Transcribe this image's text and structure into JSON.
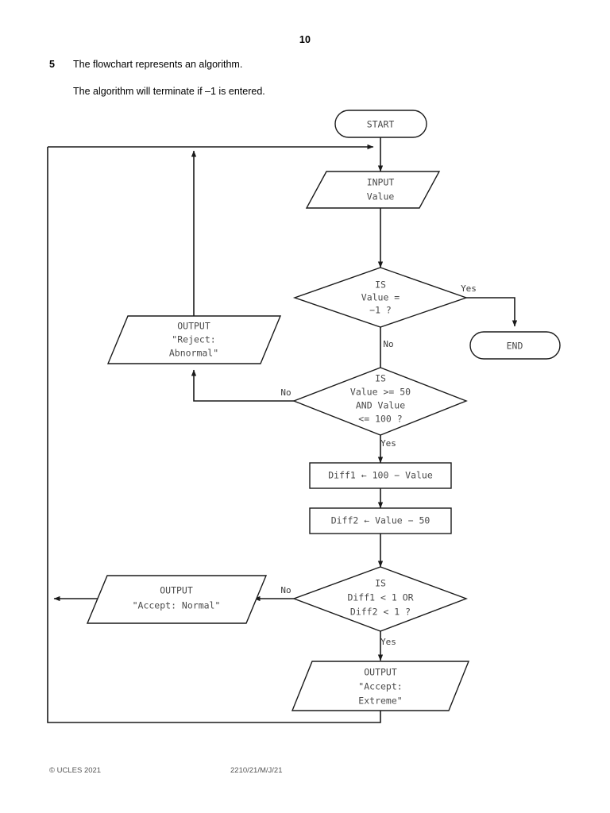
{
  "page": {
    "page_number": "10",
    "question_number": "5",
    "question_line_1": "The flowchart represents an algorithm.",
    "question_line_2": "The algorithm will terminate if –1 is entered.",
    "footer_left": "© UCLES 2021",
    "footer_center": "2210/21/M/J/21",
    "ink_color": "#1a1a1a",
    "text_color": "#4a4a4a",
    "background": "#ffffff"
  },
  "flowchart": {
    "nodes": {
      "start": {
        "type": "terminator",
        "label": "START"
      },
      "input_value": {
        "type": "io",
        "line1": "INPUT",
        "line2": "Value"
      },
      "decision_minus_one": {
        "type": "decision",
        "line1": "IS",
        "line2": "Value =",
        "line3": "−1 ?"
      },
      "end": {
        "type": "terminator",
        "label": "END"
      },
      "output_reject": {
        "type": "io",
        "line1": "OUTPUT",
        "line2": "\"Reject:",
        "line3": "Abnormal\""
      },
      "decision_range": {
        "type": "decision",
        "line1": "IS",
        "line2": "Value >= 50",
        "line3": "AND Value",
        "line4": "<= 100 ?"
      },
      "process_diff1": {
        "type": "process",
        "label": "Diff1 ← 100 − Value"
      },
      "process_diff2": {
        "type": "process",
        "label": "Diff2 ← Value − 50"
      },
      "decision_diff": {
        "type": "decision",
        "line1": "IS",
        "line2": "Diff1 < 1 OR",
        "line3": "Diff2 < 1 ?"
      },
      "output_accept_normal": {
        "type": "io",
        "line1": "OUTPUT",
        "line2": "\"Accept: Normal\""
      },
      "output_accept_extreme": {
        "type": "io",
        "line1": "OUTPUT",
        "line2": "\"Accept:",
        "line3": "Extreme\""
      }
    },
    "edge_labels": {
      "minus_one_yes": "Yes",
      "minus_one_no": "No",
      "range_no": "No",
      "range_yes": "Yes",
      "diff_no": "No",
      "diff_yes": "Yes"
    }
  }
}
